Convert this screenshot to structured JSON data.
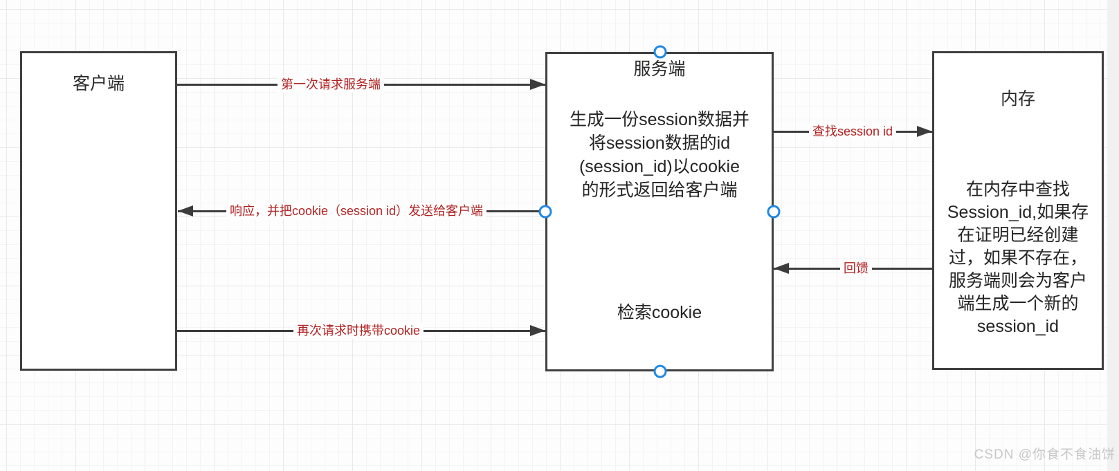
{
  "canvas": {
    "watermark": "CSDN @你食不食油饼"
  },
  "nodes": {
    "client": {
      "title": "客户端"
    },
    "server": {
      "title": "服务端",
      "body_lines": [
        "生成一份session数据并",
        "将session数据的id",
        "(session_id)以cookie",
        "的形式返回给客户端"
      ],
      "footer": "检索cookie"
    },
    "memory": {
      "title": "内存",
      "body_lines": [
        "在内存中查找",
        "Session_id,如果存",
        "在证明已经创建",
        "过，如果不存在，",
        "服务端则会为客户",
        "端生成一个新的",
        "session_id"
      ]
    }
  },
  "edges": {
    "first_request": {
      "label": "第一次请求服务端",
      "from": "客户端",
      "to": "服务端"
    },
    "response_cookie": {
      "label": "响应，并把cookie（session id）发送给客户端",
      "from": "服务端",
      "to": "客户端"
    },
    "second_request": {
      "label": "再次请求时携带cookie",
      "from": "客户端",
      "to": "服务端"
    },
    "find_session": {
      "label": "查找session id",
      "from": "服务端",
      "to": "内存"
    },
    "feedback": {
      "label": "回馈",
      "from": "内存",
      "to": "服务端"
    }
  },
  "colors": {
    "edge_label_red": "#b22222",
    "node_border": "#3f3f3f",
    "arrow_line": "#3c3c3c",
    "connector_blue": "#1e88e5"
  }
}
